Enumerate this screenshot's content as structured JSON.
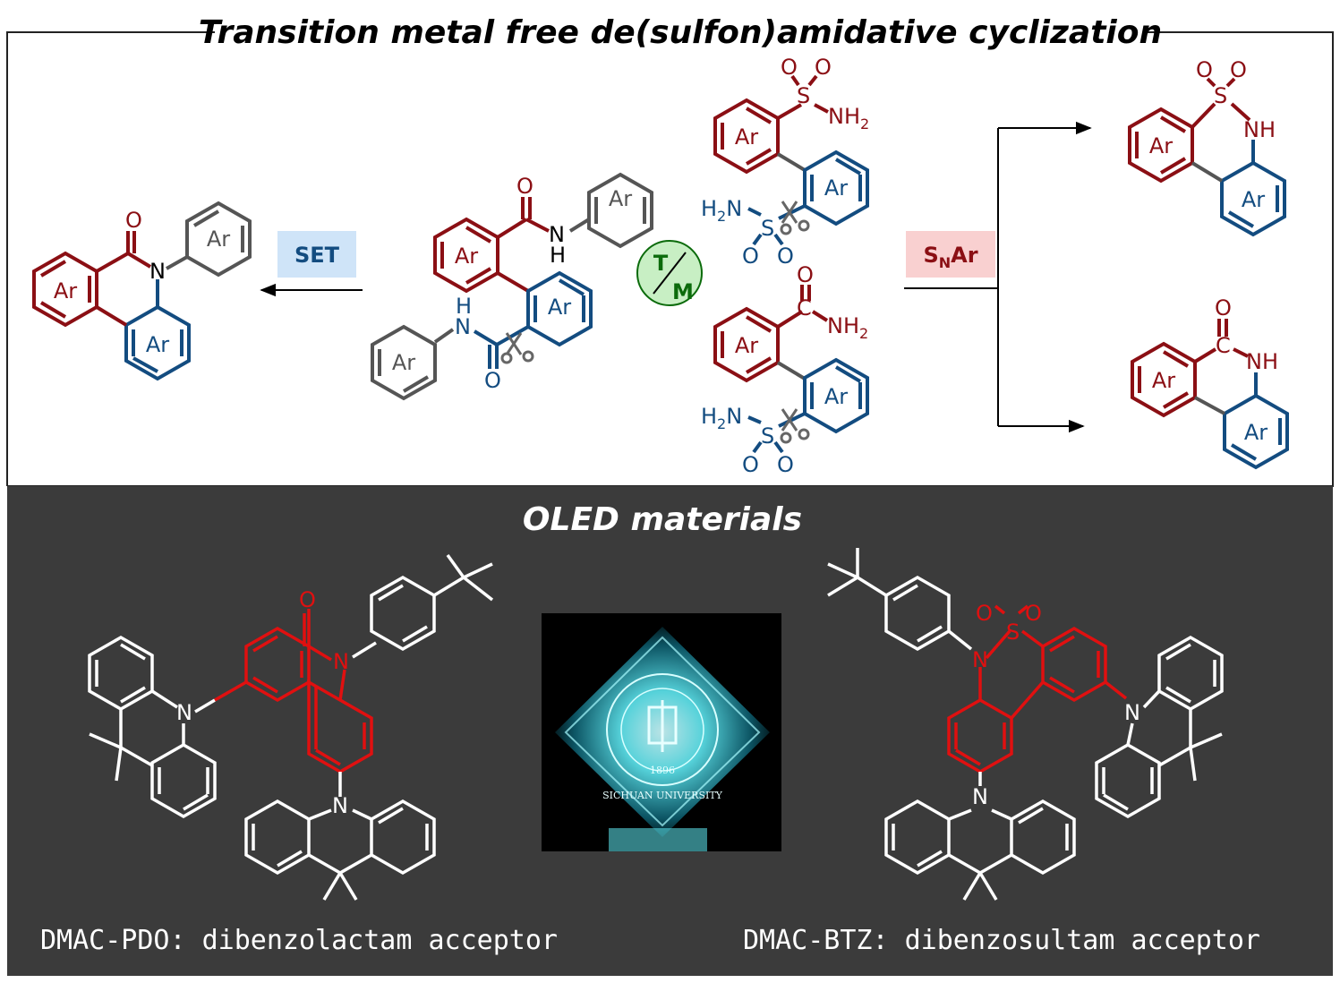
{
  "top_panel": {
    "title": "Transition metal free de(sulfon)amidative cyclization",
    "set_label": "SET",
    "snar": {
      "s": "S",
      "sub": "N",
      "rest": "Ar"
    },
    "badge": {
      "top": "T",
      "bottom": "M"
    },
    "ring_label": "Ar",
    "atoms": {
      "o": "O",
      "n": "N",
      "h": "H",
      "s": "S",
      "nh": "NH",
      "nh2": "NH",
      "nh2_sub": "2",
      "h2n": "H",
      "h2n_sub": "2",
      "h2n_rest": "N"
    }
  },
  "bottom_panel": {
    "title": "OLED materials",
    "left_caption": "DMAC-PDO: dibenzolactam acceptor",
    "right_caption": "DMAC-BTZ: dibenzosultam acceptor",
    "photo": {
      "year": "1896",
      "ring_text": "SICHUAN UNIVERSITY"
    }
  },
  "colors": {
    "red": "#8b0f14",
    "blue": "#134c80",
    "gray": "#555555",
    "set_bg": "#cfe4f8",
    "snar_bg": "#f9d0d0",
    "badge_bg": "#c8efc4",
    "badge_fg": "#0b6b0b",
    "dark_bg": "#3b3b3b",
    "oled_red": "#e01010"
  }
}
